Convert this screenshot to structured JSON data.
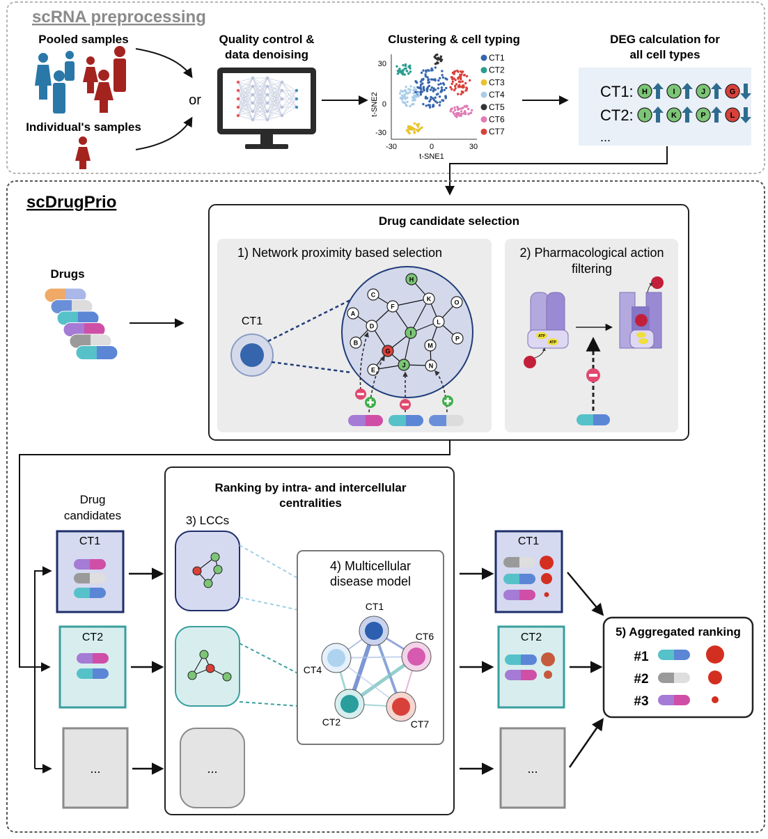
{
  "preprocessing": {
    "title": "scRNA preprocessing",
    "pooled_label": "Pooled samples",
    "or_label": "or",
    "individual_label": "Individual's samples",
    "qc_title_1": "Quality control &",
    "qc_title_2": "data denoising",
    "clustering_title": "Clustering & cell typing",
    "tsne": {
      "xlabel": "t-SNE1",
      "ylabel": "t-SNE2",
      "xticks": [
        "-30",
        "0",
        "30"
      ],
      "yticks": [
        "30",
        "0",
        "-30"
      ],
      "legend": [
        {
          "label": "CT1",
          "color": "#3565ad"
        },
        {
          "label": "CT2",
          "color": "#2a9d8f"
        },
        {
          "label": "CT3",
          "color": "#e9c22d"
        },
        {
          "label": "CT4",
          "color": "#a8cde8"
        },
        {
          "label": "CT5",
          "color": "#333333"
        },
        {
          "label": "CT6",
          "color": "#e07bb5"
        },
        {
          "label": "CT7",
          "color": "#d8413a"
        }
      ]
    },
    "deg_title_1": "DEG calculation for",
    "deg_title_2": "all cell types",
    "deg_rows": [
      {
        "label": "CT1:",
        "genes": [
          {
            "g": "H",
            "dir": "up"
          },
          {
            "g": "I",
            "dir": "up"
          },
          {
            "g": "J",
            "dir": "up"
          },
          {
            "g": "G",
            "dir": "down"
          }
        ]
      },
      {
        "label": "CT2:",
        "genes": [
          {
            "g": "I",
            "dir": "up"
          },
          {
            "g": "K",
            "dir": "up"
          },
          {
            "g": "P",
            "dir": "up"
          },
          {
            "g": "L",
            "dir": "down"
          }
        ]
      }
    ],
    "deg_more": "..."
  },
  "scdrugprio": {
    "title": "scDrugPrio",
    "drugs_label": "Drugs",
    "selection_title": "Drug candidate selection",
    "step1_title": "1) Network proximity based selection",
    "ct1_label": "CT1",
    "nodes": [
      "H",
      "C",
      "K",
      "O",
      "F",
      "A",
      "D",
      "I",
      "L",
      "B",
      "G",
      "M",
      "P",
      "E",
      "J",
      "N"
    ],
    "step2_title_1": "2) Pharmacological action",
    "step2_title_2": "filtering",
    "atp_label": "ATP",
    "ranking_title_1": "Ranking by intra- and intercellular",
    "ranking_title_2": "centralities",
    "candidates_title_1": "Drug",
    "candidates_title_2": "candidates",
    "ct1": "CT1",
    "ct2": "CT2",
    "ellipsis": "...",
    "lcc_title": "3) LCCs",
    "mc_title_1": "4) Multicellular",
    "mc_title_2": "disease model",
    "mc_nodes": [
      "CT1",
      "CT6",
      "CT4",
      "CT2",
      "CT7"
    ],
    "agg_title": "5) Aggregated ranking",
    "ranks": [
      "#1",
      "#2",
      "#3"
    ]
  },
  "colors": {
    "blue_dark": "#1f5f8b",
    "red_dark": "#a3231f",
    "green_node": "#7cc576",
    "red_node": "#d8413a",
    "arrow_blue": "#2f6b8f"
  }
}
